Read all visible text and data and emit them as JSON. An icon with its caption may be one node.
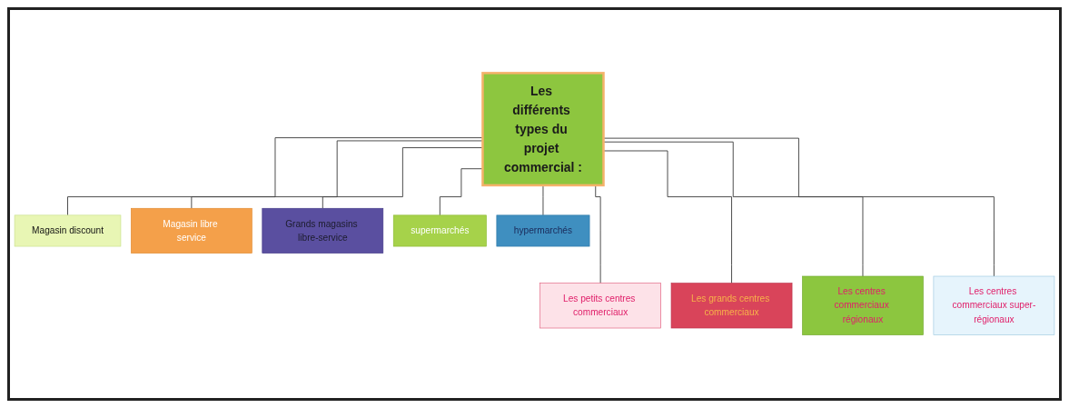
{
  "diagram": {
    "nodes": [
      {
        "text": [
          "Les différents types du projet commercial :"
        ]
      },
      {
        "text": [
          "Magasin discount"
        ]
      },
      {
        "text": [
          "Les petits centres commerciaux"
        ]
      },
      {
        "text": [
          "Magasin libre service"
        ]
      },
      {
        "text": [
          "Les grands centres commerciaux"
        ]
      },
      {
        "text": [
          "Grands magasins libre-service"
        ]
      },
      {
        "text": [
          "Les centres commerciaux régionaux"
        ]
      },
      {
        "text": [
          "supermarchés"
        ]
      },
      {
        "text": [
          "Les centres commerciaux super-régionaux"
        ]
      },
      {
        "text": [
          "hypermarchés"
        ]
      }
    ],
    "edges": [
      {
        "from": 0,
        "to": 1,
        "arrow": "none"
      },
      {
        "from": 0,
        "to": 2,
        "arrow": "none"
      },
      {
        "from": 0,
        "to": 3,
        "arrow": "none"
      },
      {
        "from": 0,
        "to": 4,
        "arrow": "none"
      },
      {
        "from": 0,
        "to": 5,
        "arrow": "none"
      },
      {
        "from": 0,
        "to": 6,
        "arrow": "none"
      },
      {
        "from": 0,
        "to": 7,
        "arrow": "none"
      },
      {
        "from": 0,
        "to": 8,
        "arrow": "none"
      },
      {
        "from": 0,
        "to": 9,
        "arrow": "none"
      }
    ]
  }
}
